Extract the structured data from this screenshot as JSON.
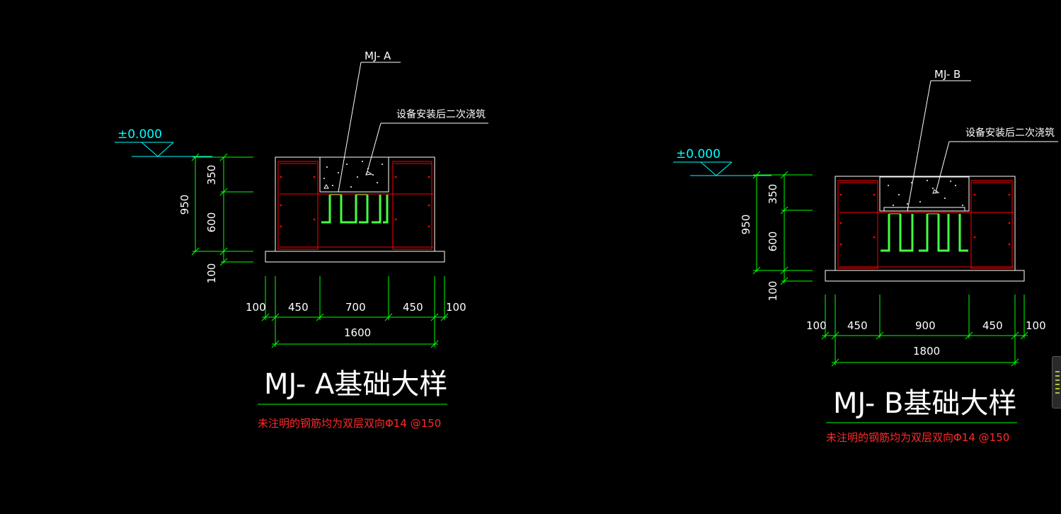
{
  "colors": {
    "background": "#000000",
    "outline": "#ffffff",
    "rebar": "#ff0000",
    "dimension": "#00ff00",
    "level": "#00ffff",
    "note": "#ff2a2a"
  },
  "details": [
    {
      "id": "A",
      "mark_label": "MJ- A",
      "note_label": "设备安装后二次浇筑",
      "level_label": "±0.000",
      "vertical_dims": [
        "350",
        "600",
        "100"
      ],
      "overall_vertical": "950",
      "horizontal_dims": [
        "100",
        "450",
        "700",
        "450",
        "100"
      ],
      "overall_horizontal": "1600",
      "title": "MJ- A基础大样",
      "rebar_note": "未注明的钢筋均为双层双向Φ14 @150"
    },
    {
      "id": "B",
      "mark_label": "MJ- B",
      "note_label": "设备安装后二次浇筑",
      "level_label": "±0.000",
      "vertical_dims": [
        "350",
        "600",
        "100"
      ],
      "overall_vertical": "950",
      "horizontal_dims": [
        "100",
        "450",
        "900",
        "450",
        "100"
      ],
      "overall_horizontal": "1800",
      "title": "MJ- B基础大样",
      "rebar_note": "未注明的钢筋均为双层双向Φ14 @150"
    }
  ]
}
